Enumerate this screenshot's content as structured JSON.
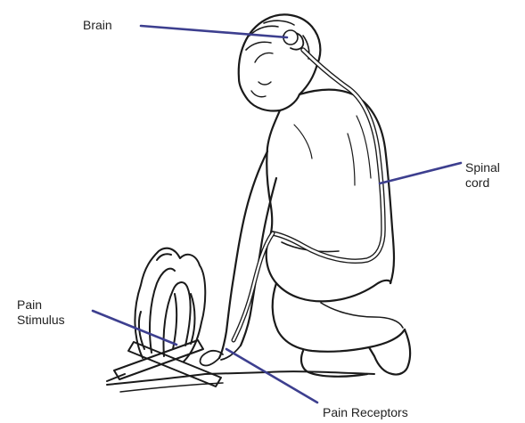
{
  "labels": {
    "brain": "Brain",
    "spinal_cord": {
      "line1": "Spinal",
      "line2": "cord"
    },
    "pain_stimulus": {
      "line1": "Pain",
      "line2": "Stimulus"
    },
    "pain_receptors": "Pain Receptors"
  },
  "colors": {
    "leader_line": "#3d3f8f",
    "ink": "#1a1a1a",
    "background": "#ffffff"
  }
}
